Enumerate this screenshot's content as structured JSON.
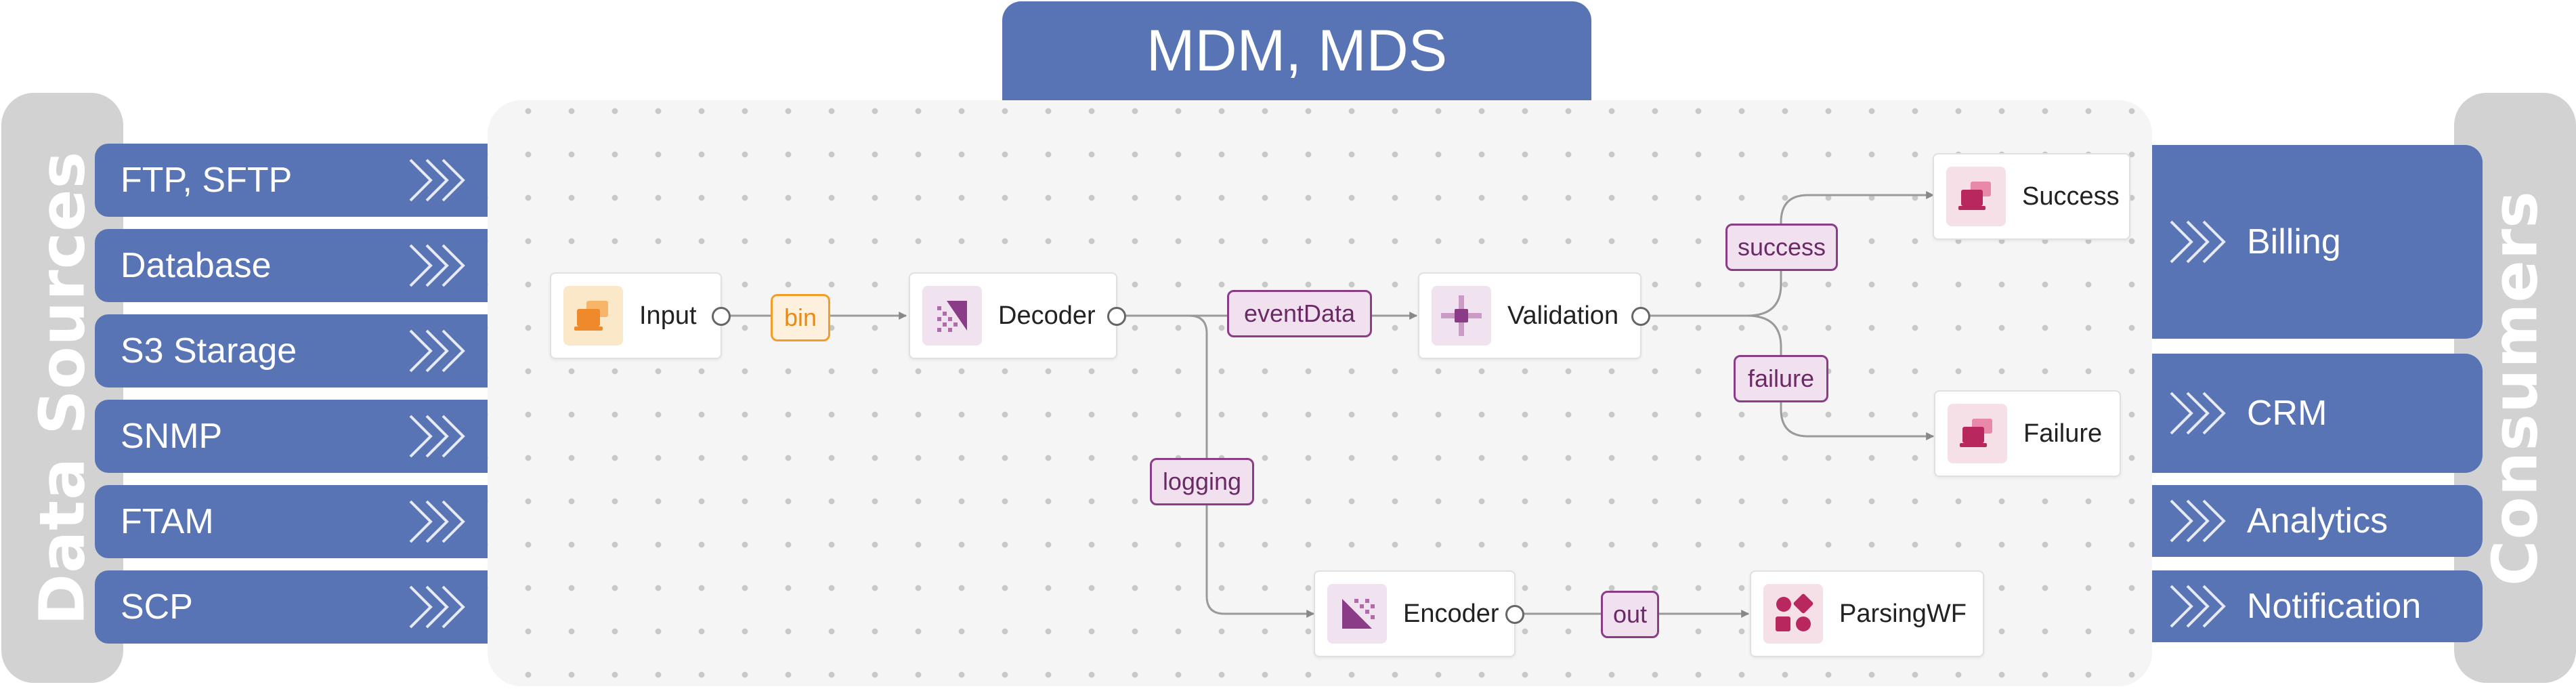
{
  "title": "MDM, MDS",
  "left_panel": {
    "label": "Data Sources"
  },
  "right_panel": {
    "label": "Consumers"
  },
  "sources": [
    "FTP, SFTP",
    "Database",
    "S3 Starage",
    "SNMP",
    "FTAM",
    "SCP"
  ],
  "consumers": [
    "Billing",
    "CRM",
    "Analytics",
    "Notification"
  ],
  "nodes": {
    "input": "Input",
    "decoder": "Decoder",
    "validation": "Validation",
    "success": "Success",
    "failure": "Failure",
    "encoder": "Encoder",
    "parsingwf": "ParsingWF"
  },
  "edges": {
    "bin": "bin",
    "eventdata": "eventData",
    "success": "success",
    "failure": "failure",
    "logging": "logging",
    "out": "out"
  },
  "colors": {
    "brand_blue": "#5974b5",
    "edge_purple": "#8a3c86",
    "edge_orange": "#f29c2b",
    "panel_gray": "#d2d2d2"
  }
}
